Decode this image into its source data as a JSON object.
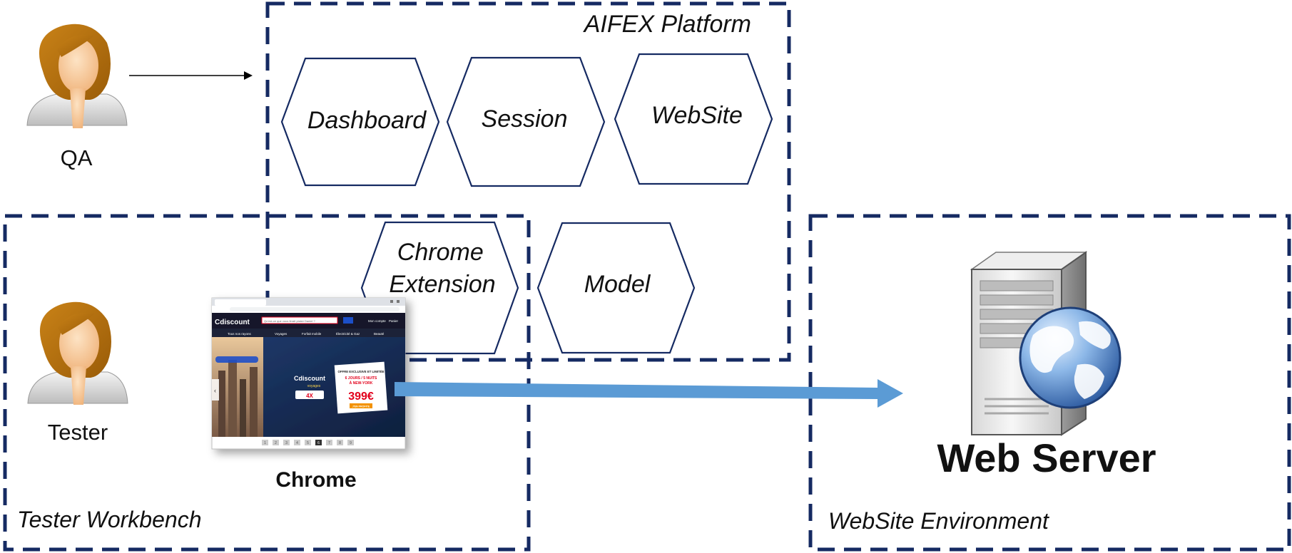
{
  "platform": {
    "title": "AIFEX Platform",
    "components": [
      "Dashboard",
      "Session",
      "WebSite",
      "Model"
    ],
    "extension_lines": [
      "Chrome",
      "Extension"
    ]
  },
  "workbench": {
    "title": "Tester Workbench"
  },
  "environment": {
    "title": "WebSite Environment"
  },
  "actors": {
    "qa": "QA",
    "tester": "Tester"
  },
  "browser": {
    "label": "Chrome",
    "page": {
      "logo": "Cdiscount",
      "search_placeholder": "Qu'est-ce que vous ferait plaisir Daniel ?",
      "account": "Mon compte",
      "cart": "Panier",
      "nav": [
        "Tous nos rayons",
        "Voyages",
        "Forfait mobile",
        "Électricité & Gaz",
        "Beauté"
      ],
      "brand_sub": "voyages",
      "promo_badge": "4X",
      "offer_title": "OFFRE EXCLUSIVE ET LIMITÉE",
      "offer_lines": [
        "6 JOURS / 5 NUITS",
        "À NEW-YORK"
      ],
      "price": "399€",
      "cta": "J'EN PROFITE",
      "pager": [
        "1",
        "2",
        "3",
        "4",
        "5",
        "6",
        "7",
        "8",
        "9"
      ]
    }
  },
  "server": {
    "label": "Web Server"
  },
  "colors": {
    "frame": "#152a62",
    "arrow": "#5b9bd5",
    "skin": "#f4c89a",
    "hair": "#b5710f"
  }
}
